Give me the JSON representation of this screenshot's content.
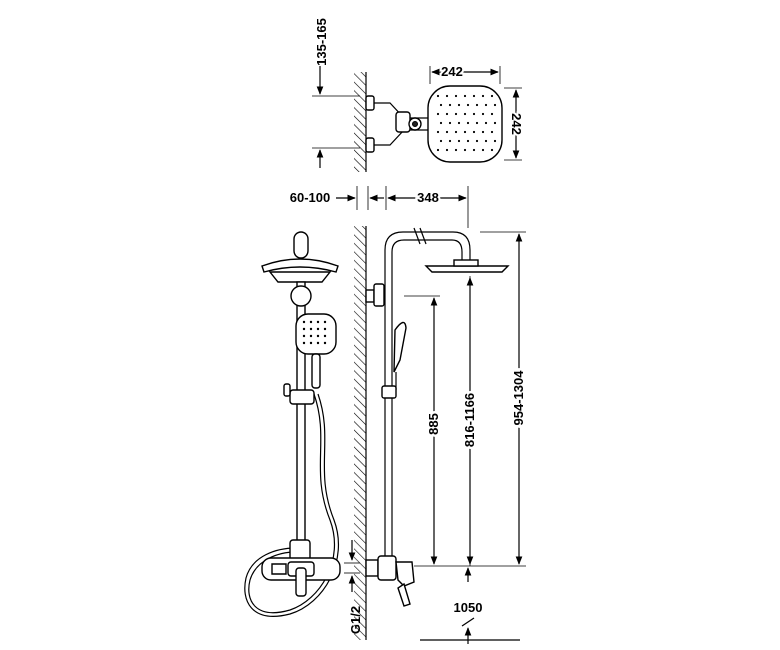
{
  "dimensions": {
    "wall_offset_top": "135-165",
    "head_width": "242",
    "head_depth": "242",
    "wall_offset_mixer": "60-100",
    "arm_reach": "348",
    "height_range_total": "954-1304",
    "height_range_head": "816-1166",
    "slider_height": "885",
    "floor_height": "1050",
    "thread_size": "G1/2"
  },
  "colors": {
    "line": "#000000",
    "background": "#ffffff",
    "wall_hatch": "#000000"
  }
}
